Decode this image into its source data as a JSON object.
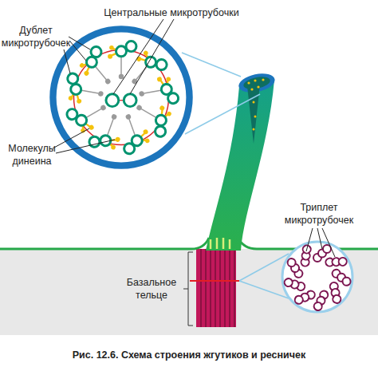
{
  "diagram": {
    "caption": "Рис. 12.6. Схема строения жгутиков и ресничек",
    "labels": [
      "Центральные микротрубочки",
      "Дублет микротрубочек",
      "Молекулы динеина",
      "Триплет микротрубочек",
      "Базальное тельце"
    ]
  }
}
